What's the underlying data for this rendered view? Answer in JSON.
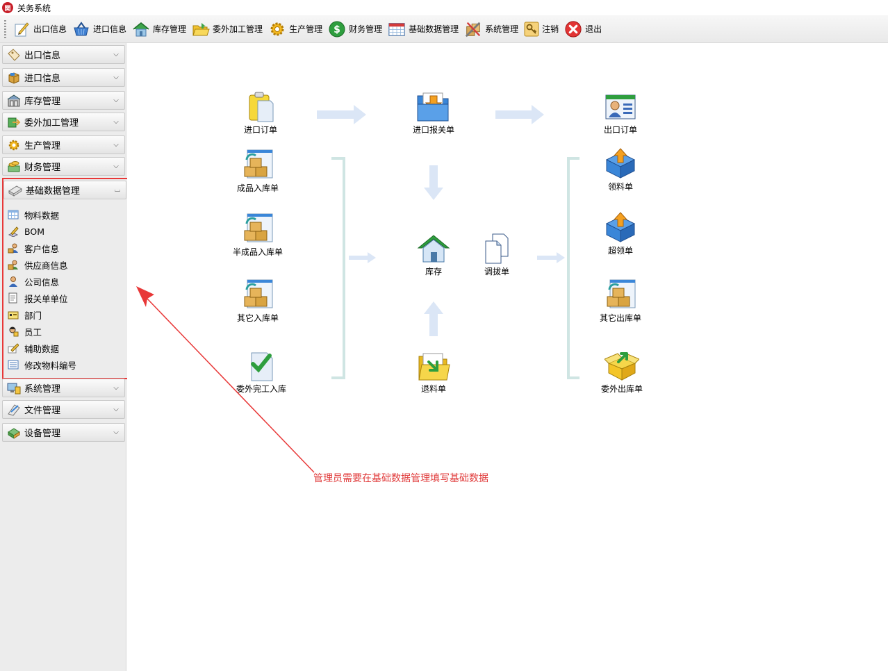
{
  "window": {
    "title": "关务系统",
    "logo_text": "関"
  },
  "toolbar": {
    "items": [
      {
        "label": "出口信息",
        "icon": "pencil-paper-icon"
      },
      {
        "label": "进口信息",
        "icon": "basket-icon"
      },
      {
        "label": "库存管理",
        "icon": "house-icon"
      },
      {
        "label": "委外加工管理",
        "icon": "folder-icon"
      },
      {
        "label": "生产管理",
        "icon": "gear-icon"
      },
      {
        "label": "财务管理",
        "icon": "dollar-icon"
      },
      {
        "label": "基础数据管理",
        "icon": "calendar-grid-icon"
      },
      {
        "label": "系统管理",
        "icon": "tools-icon"
      },
      {
        "label": "注销",
        "icon": "key-icon"
      },
      {
        "label": "退出",
        "icon": "exit-icon"
      }
    ]
  },
  "sidebar": {
    "groups_top": [
      {
        "label": "出口信息",
        "icon": "tag-icon"
      },
      {
        "label": "进口信息",
        "icon": "box-icon"
      },
      {
        "label": "库存管理",
        "icon": "warehouse-icon"
      },
      {
        "label": "委外加工管理",
        "icon": "transfer-icon"
      },
      {
        "label": "生产管理",
        "icon": "gear-icon"
      },
      {
        "label": "财务管理",
        "icon": "money-icon"
      }
    ],
    "expanded_group": {
      "label": "基础数据管理",
      "icon": "book-icon",
      "items": [
        {
          "label": "物料数据",
          "icon": "grid-icon"
        },
        {
          "label": "BOM",
          "icon": "edit-icon"
        },
        {
          "label": "客户信息",
          "icon": "customer-icon"
        },
        {
          "label": "供应商信息",
          "icon": "supplier-icon"
        },
        {
          "label": "公司信息",
          "icon": "person-icon"
        },
        {
          "label": "报关单单位",
          "icon": "document-icon"
        },
        {
          "label": "部门",
          "icon": "department-icon"
        },
        {
          "label": "员工",
          "icon": "employee-icon"
        },
        {
          "label": "辅助数据",
          "icon": "pencil-icon"
        },
        {
          "label": "修改物料编号",
          "icon": "list-icon"
        }
      ]
    },
    "groups_bottom": [
      {
        "label": "系统管理",
        "icon": "monitor-icon"
      },
      {
        "label": "文件管理",
        "icon": "file-icon"
      },
      {
        "label": "设备管理",
        "icon": "device-icon"
      }
    ]
  },
  "flow": {
    "nodes": {
      "import_order": "进口订单",
      "import_declaration": "进口报关单",
      "export_order": "出口订单",
      "finished_inbound": "成品入库单",
      "semi_inbound": "半成品入库单",
      "other_inbound": "其它入库单",
      "outsource_inbound": "委外完工入库",
      "inventory": "库存",
      "transfer": "调拔单",
      "return_material": "退料单",
      "material_requisition": "领料单",
      "over_requisition": "超领单",
      "other_outbound": "其它出库单",
      "outsource_outbound": "委外出库单"
    },
    "annotation": "管理员需要在基础数据管理填写基础数据"
  },
  "colors": {
    "annotation_red": "#e83838",
    "arrow_light_blue": "#dbe6f6",
    "bracket_teal": "#cfe5e3"
  }
}
